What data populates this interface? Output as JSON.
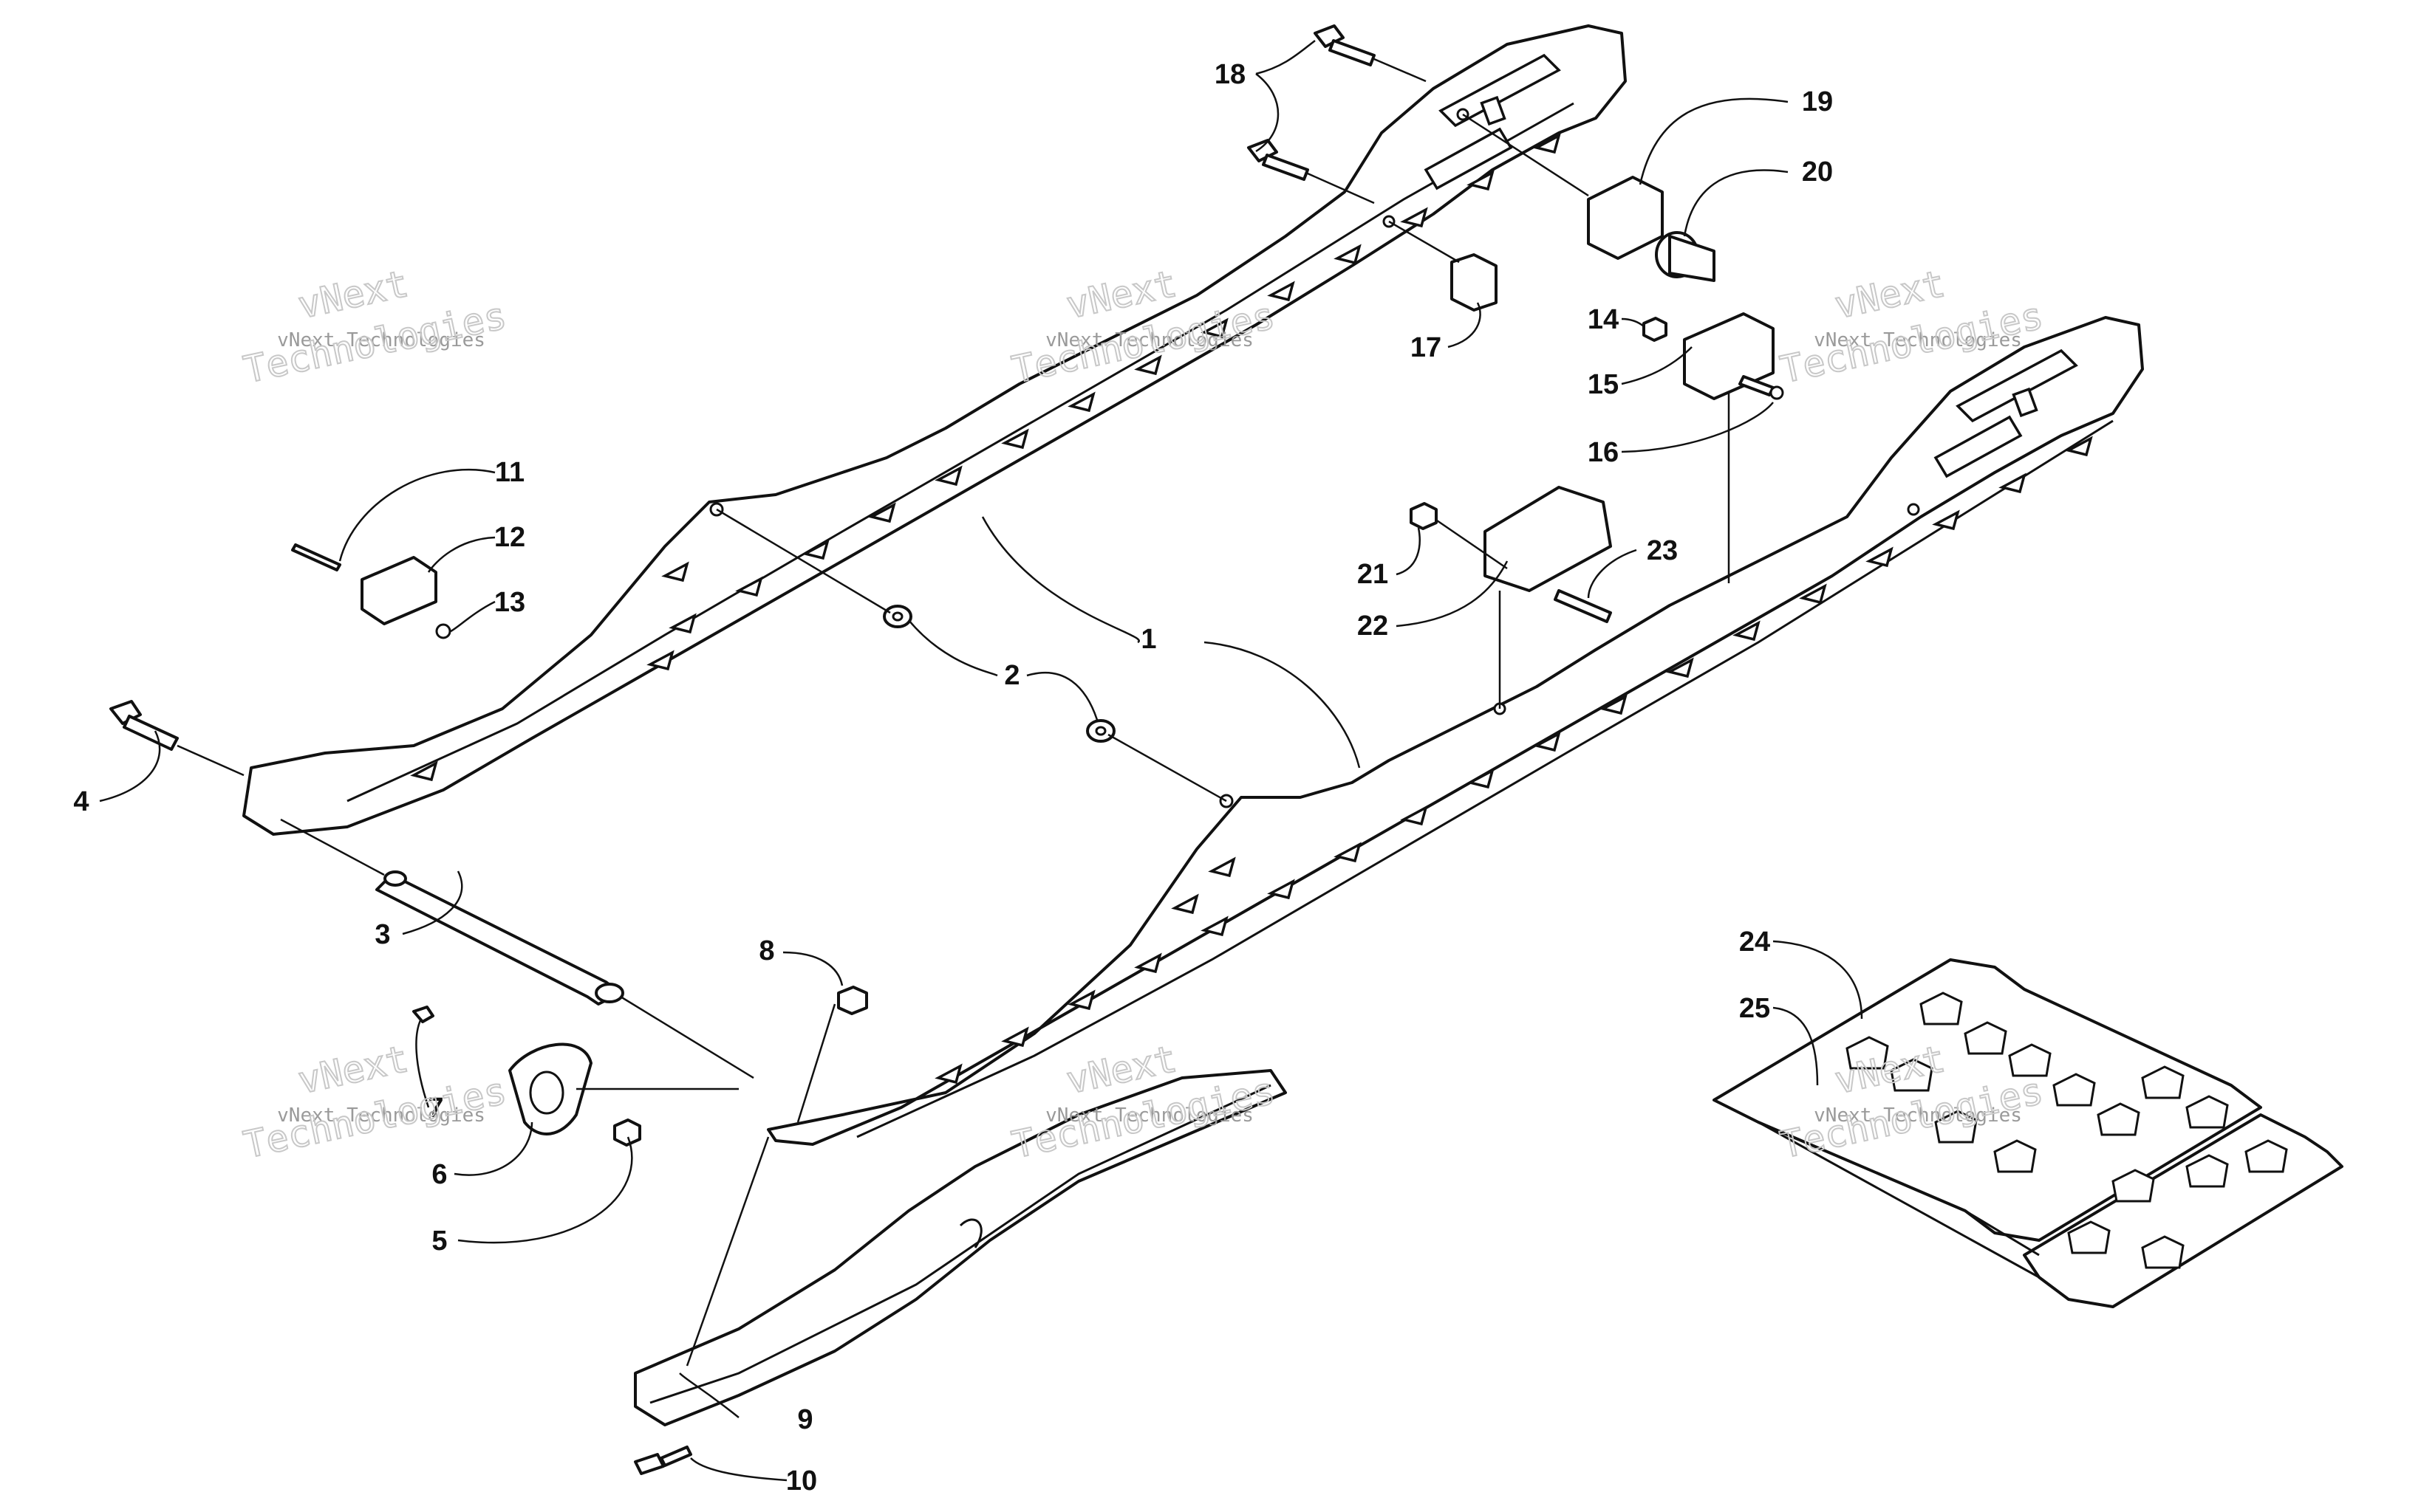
{
  "diagram": {
    "callouts": [
      "1",
      "2",
      "3",
      "4",
      "5",
      "6",
      "7",
      "8",
      "9",
      "10",
      "11",
      "12",
      "13",
      "14",
      "15",
      "16",
      "17",
      "18",
      "19",
      "20",
      "21",
      "22",
      "23",
      "24",
      "25"
    ],
    "watermark": {
      "line_small": "vNext Technologies",
      "line_big_1": "vNext",
      "line_big_2": "Technologies"
    }
  }
}
